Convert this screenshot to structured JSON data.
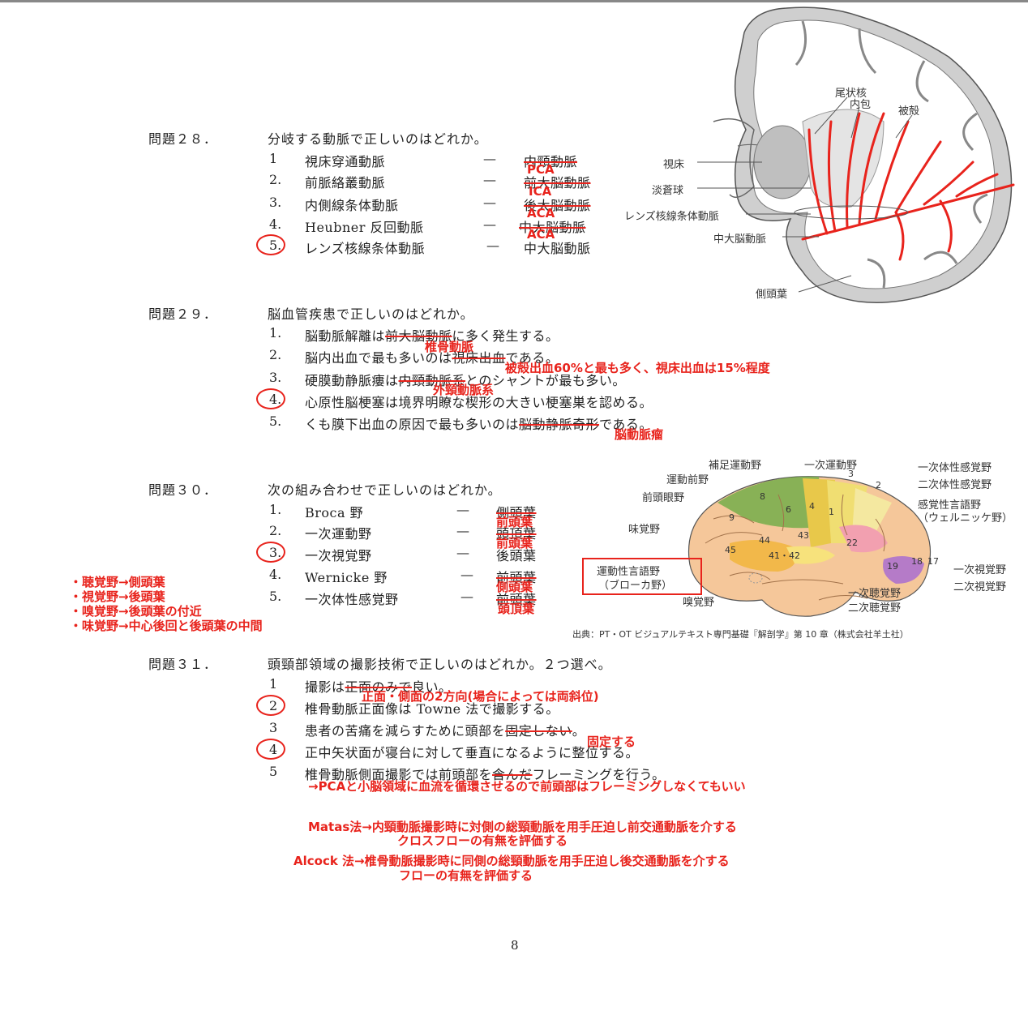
{
  "q28": {
    "title": "問題２８．",
    "question": "分岐する動脈で正しいのはどれか。",
    "options": [
      {
        "num": "1",
        "left": "視床穿通動脈",
        "dash": "—",
        "right": "内頸動脈",
        "fix": "PCA"
      },
      {
        "num": "2.",
        "left": "前脈絡叢動脈",
        "dash": "—",
        "right": "前大脳動脈",
        "fix": "ICA"
      },
      {
        "num": "3.",
        "left": "内側線条体動脈",
        "dash": "—",
        "right": "後大脳動脈",
        "fix": "ACA"
      },
      {
        "num": "4.",
        "left": "Heubner 反回動脈",
        "dash": "—",
        "right": "中大脳動脈",
        "fix": "ACA"
      },
      {
        "num": "5.",
        "left": "レンズ核線条体動脈",
        "dash": "—",
        "right": "中大脳動脈"
      }
    ]
  },
  "q29": {
    "title": "問題２９．",
    "question": "脳血管疾患で正しいのはどれか。",
    "opt1": {
      "num": "1.",
      "pre": "脳動脈解離は",
      "strike": "前大脳動脈",
      "post": "に多く発生する。",
      "fix": "椎骨動脈"
    },
    "opt2": {
      "num": "2.",
      "pre": "脳内出血で最も多いのは",
      "strike": "視床出血",
      "post": "である。",
      "fix": "被殻出血60%と最も多く、視床出血は15%程度"
    },
    "opt3": {
      "num": "3.",
      "pre": "硬膜動静脈瘻は",
      "strike": "内頸動脈系",
      "post": "とのシャントが最も多い。",
      "fix": "外頸動脈系"
    },
    "opt4": {
      "num": "4.",
      "text": "心原性脳梗塞は境界明瞭な楔形の大きい梗塞巣を認める。"
    },
    "opt5": {
      "num": "5.",
      "pre": "くも膜下出血の原因で最も多いのは",
      "strike": "脳動静脈奇形",
      "post": "である。",
      "fix": "脳動脈瘤"
    }
  },
  "q30": {
    "title": "問題３０．",
    "question": "次の組み合わせで正しいのはどれか。",
    "options": [
      {
        "num": "1.",
        "left": "Broca 野",
        "dash": "—",
        "right": "側頭葉",
        "fix": "前頭葉"
      },
      {
        "num": "2.",
        "left": "一次運動野",
        "dash": "—",
        "right": "頭頂葉",
        "fix": "前頭葉"
      },
      {
        "num": "3.",
        "left": "一次視覚野",
        "dash": "—",
        "right": "後頭葉"
      },
      {
        "num": "4.",
        "left": "Wernicke 野",
        "dash": "—",
        "right": "前頭葉",
        "fix": "側頭葉"
      },
      {
        "num": "5.",
        "left": "一次体性感覚野",
        "dash": "—",
        "right": "前頭葉",
        "fix": "頭頂葉"
      }
    ],
    "side_notes": [
      "・聴覚野→側頭葉",
      "・視覚野→後頭葉",
      "・嗅覚野→後頭葉の付近",
      "・味覚野→中心後回と後頭葉の中間"
    ]
  },
  "q31": {
    "title": "問題３１．",
    "question": "頭頸部領域の撮影技術で正しいのはどれか。２つ選べ。",
    "opt1": {
      "num": "1",
      "pre": "撮影は",
      "strike": "正面のみで",
      "post": "良い。",
      "fix": "正面・側面の2方向(場合によっては両斜位)"
    },
    "opt2": {
      "num": "2",
      "text": "椎骨動脈正面像は Towne 法で撮影する。"
    },
    "opt3": {
      "num": "3",
      "pre": "患者の苦痛を減らすために頭部を",
      "strike": "固定しない",
      "post": "。",
      "fix": "固定する"
    },
    "opt4": {
      "num": "4",
      "text": "正中矢状面が寝台に対して垂直になるように整位する。"
    },
    "opt5": {
      "num": "5",
      "pre": "椎骨動脈側面撮影では前頭部を",
      "strike": "含んだ",
      "post": "フレーミングを行う。",
      "fix": "→PCAと小脳領域に血流を循環させるので前頭部はフレーミングしなくてもいい"
    },
    "matas1": "Matas法→内頸動脈撮影時に対側の総頸動脈を用手圧迫し前交通動脈を介する",
    "matas2": "クロスフローの有無を評価する",
    "alcock1": "Alcock 法→椎骨動脈撮影時に同側の総頸動脈を用手圧迫し後交通動脈を介する",
    "alcock2": "フローの有無を評価する"
  },
  "fig1": {
    "labels": {
      "caudate": "尾状核",
      "internal_capsule": "内包",
      "putamen": "被殻",
      "thalamus": "視床",
      "globus_pallidus": "淡蒼球",
      "lenticulostriate": "レンズ核線条体動脈",
      "mca": "中大脳動脈",
      "temporal": "側頭葉"
    }
  },
  "fig2": {
    "labels": {
      "sma": "補足運動野",
      "m1": "一次運動野",
      "s1": "一次体性感覚野",
      "premotor": "運動前野",
      "s2": "二次体性感覚野",
      "fef": "前頭眼野",
      "wernicke1": "感覚性言語野",
      "wernicke2": "（ウェルニッケ野）",
      "gustatory": "味覚野",
      "broca1": "運動性言語野",
      "broca2": "（ブローカ野）",
      "v1": "一次視覚野",
      "v2": "二次視覚野",
      "a1": "一次聴覚野",
      "a2": "二次聴覚野",
      "olfactory": "嗅覚野"
    },
    "areas": {
      "a8": "8",
      "a6": "6",
      "a4": "4",
      "a3": "3",
      "a1": "1",
      "a2": "2",
      "a9": "9",
      "a43": "43",
      "a44": "44",
      "a45": "45",
      "a4142": "41・42",
      "a22": "22",
      "a19": "19",
      "a18": "18",
      "a17": "17"
    },
    "source": "出典：PT・OT ビジュアルテキスト専門基礎『解剖学』第 10 章（株式会社羊土社）"
  },
  "page_number": "8"
}
